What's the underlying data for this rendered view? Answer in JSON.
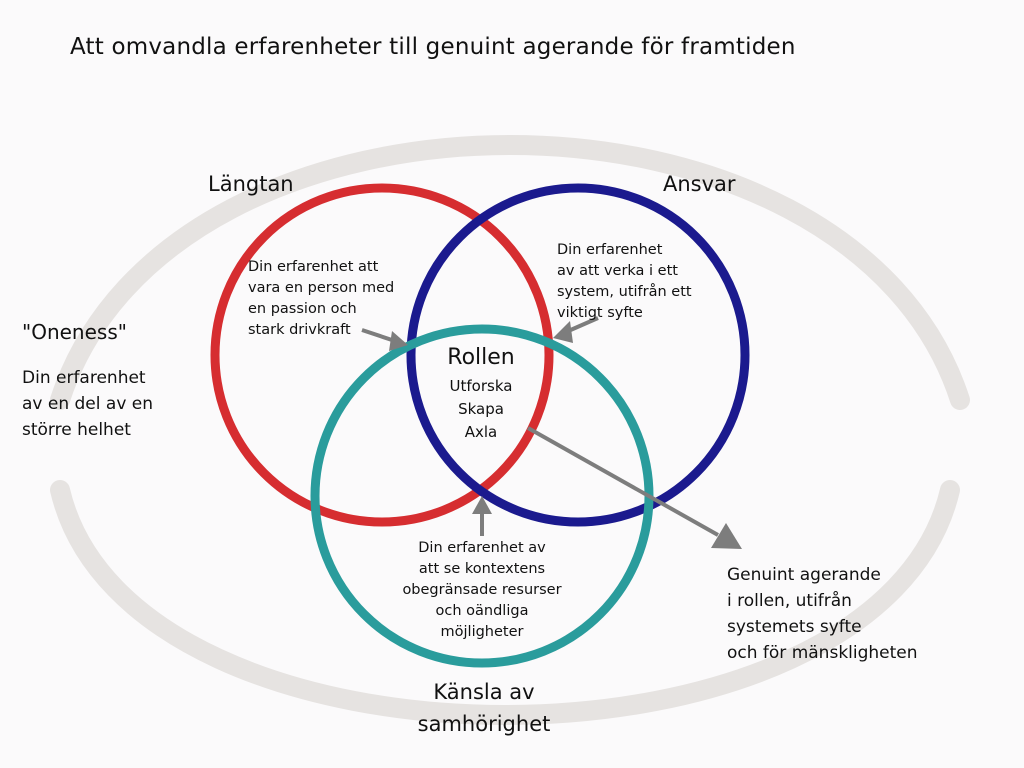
{
  "title": "Att omvandla erfarenheter till genuint agerande för framtiden",
  "circles": {
    "longing": {
      "label": "Längtan",
      "text": "Din erfarenhet att\nvara en person med\nen passion och\nstark drivkraft",
      "color": "#d62d30"
    },
    "responsibility": {
      "label": "Ansvar",
      "text": "Din erfarenhet\nav att verka i ett\nsystem, utifrån ett\nviktigt syfte",
      "color": "#1b1a8e"
    },
    "belonging": {
      "label": "Känsla av\nsamhörighet",
      "text": "Din erfarenhet av\natt se kontextens\nobegränsade resurser\noch oändliga\nmöjligheter",
      "color": "#2a9c9c"
    }
  },
  "center": {
    "heading": "Rollen",
    "items": "Utforska\nSkapa\nAxla"
  },
  "oneness": {
    "heading": "\"Oneness\"",
    "text": "Din erfarenhet\nav en del av en\nstörre helhet"
  },
  "outcome": {
    "text": "Genuint agerande\ni rollen, utifrån\nsystemets syfte\noch för mänskligheten"
  },
  "colors": {
    "ring": "#e6e3e1",
    "arrow": "#7d7d7d"
  }
}
